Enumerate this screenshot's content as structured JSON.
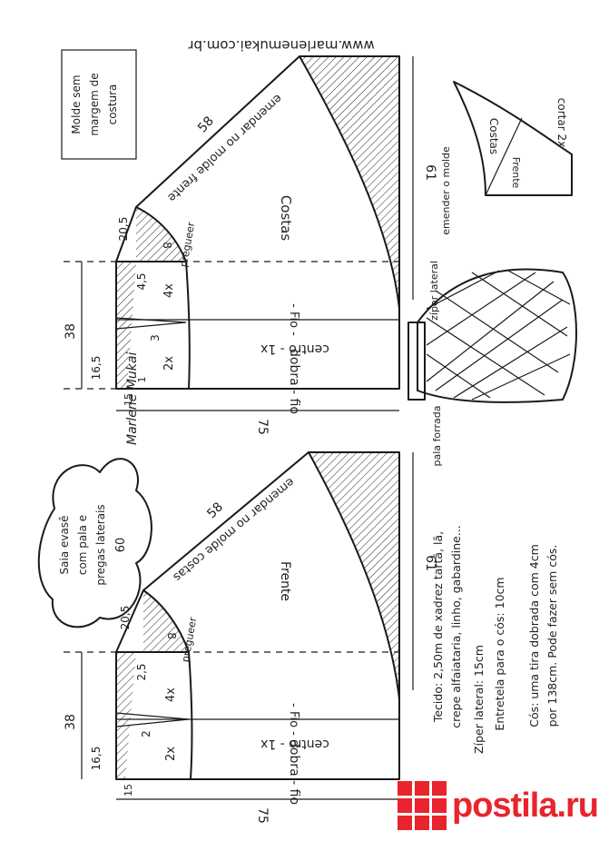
{
  "sheet": {
    "url": "www.marlenemukai.com.br",
    "note_lines": [
      "Molde sem",
      "margem de",
      "costura"
    ],
    "title_lines": [
      "Saia evasê",
      "com pala e",
      "pregas laterais",
      "60"
    ],
    "signature": "Marlene Mukai",
    "materials": [
      "Tecido: 2,50m de xadrez tartã, lã,",
      "crepe alfaiataria, linho, gabardine...",
      "Zíper lateral: 15cm",
      "Entretela para o cós: 10cm",
      "Cós: uma tira dobrada com 4cm",
      "por 138cm. Pode fazer sem cós."
    ]
  },
  "back": {
    "piece": "Costas",
    "seam": "emendar no molde frente",
    "pleat": "pregueer",
    "grain": "- Fio -",
    "center": "centro - 1x",
    "fold": "dobra - fio",
    "dims": {
      "width": "38",
      "hip": "16,5",
      "length": "75",
      "side": "61",
      "diag": "58",
      "yoke": "20,5",
      "n8": "8",
      "n45": "4,5",
      "n3": "3",
      "n15": "15",
      "n1": "1",
      "n4x": "4x",
      "n2x": "2x"
    }
  },
  "front": {
    "piece": "Frente",
    "seam": "emendar no molde costas",
    "pleat": "pregueer",
    "grain": "- Fio -",
    "center": "centro - 1x",
    "fold": "dobra - fio",
    "dims": {
      "width": "38",
      "hip": "16,5",
      "length": "75",
      "side": "61",
      "diag": "58",
      "yoke": "20,5",
      "n8": "8",
      "n25": "2,5",
      "n2": "2",
      "n15": "15",
      "n4x": "4x",
      "n2x": "2x"
    }
  },
  "sketch": {
    "zip": "zíper lateral",
    "yoke": "pala forrada"
  },
  "cut": {
    "back": "Costas",
    "front": "Frente",
    "join": "emender o molde",
    "cut": "cortar 2x"
  },
  "brand": {
    "name": "postila.ru"
  }
}
